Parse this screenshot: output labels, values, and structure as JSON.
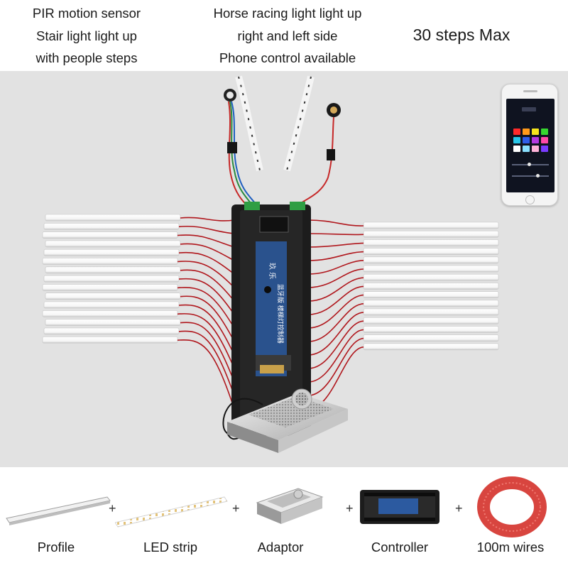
{
  "header": {
    "left_lines": [
      "PIR motion sensor",
      "Stair light light up",
      "with people steps"
    ],
    "middle_lines": [
      "Horse racing light light up",
      "right and left side",
      "Phone control available"
    ],
    "right_text": "30 steps Max"
  },
  "controller": {
    "brand_text": "玖 乐",
    "model_text": "蓝牙版 楼梯灯控制器"
  },
  "phone_app": {
    "color_swatches": [
      "#ff2a2a",
      "#ff9a1a",
      "#f5e51c",
      "#37d62f",
      "#27c6e8",
      "#2f5de8",
      "#b43ae0",
      "#ff49a8",
      "#ffffff",
      "#8ae0ff",
      "#ffb3d9",
      "#7a3bff"
    ]
  },
  "components": [
    {
      "label": "Profile",
      "icon": "aluminum-profile-icon"
    },
    {
      "label": "LED strip",
      "icon": "led-strip-icon"
    },
    {
      "label": "Adaptor",
      "icon": "power-adaptor-icon"
    },
    {
      "label": "Controller",
      "icon": "controller-icon"
    },
    {
      "label": "100m wires",
      "icon": "wire-coil-icon"
    }
  ],
  "plus_sign": "+",
  "colors": {
    "stage_bg": "#e2e2e2",
    "controller_body": "#1c1c1c",
    "wire_red": "#b0161c",
    "wire_coil": "#d8453f",
    "led_bar": "#fafafa"
  }
}
